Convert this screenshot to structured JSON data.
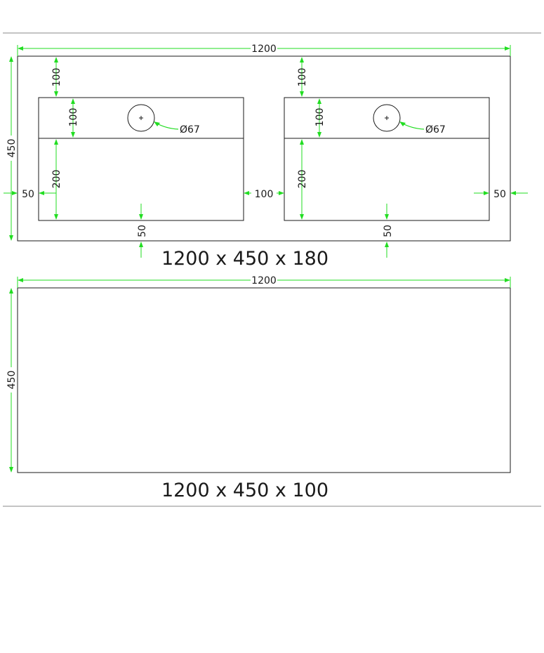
{
  "drawing": {
    "top_view": {
      "overall_width": "1200",
      "overall_depth": "450",
      "basins": [
        {
          "top_margin": "100",
          "shelf_depth": "100",
          "hole_diameter": "Ø67",
          "basin_depth": "200",
          "bottom_margin": "50"
        },
        {
          "top_margin": "100",
          "shelf_depth": "100",
          "hole_diameter": "Ø67",
          "basin_depth": "200",
          "bottom_margin": "50"
        }
      ],
      "left_margin": "50",
      "center_gap": "100",
      "right_margin": "50",
      "caption": "1200 x 450 x 180"
    },
    "bottom_view": {
      "overall_width": "1200",
      "overall_depth": "450",
      "caption": "1200 x 450 x 100"
    }
  },
  "colors": {
    "dimension": "#22dd22",
    "outline": "#1a1a1a",
    "separator": "#8a8a8a"
  }
}
